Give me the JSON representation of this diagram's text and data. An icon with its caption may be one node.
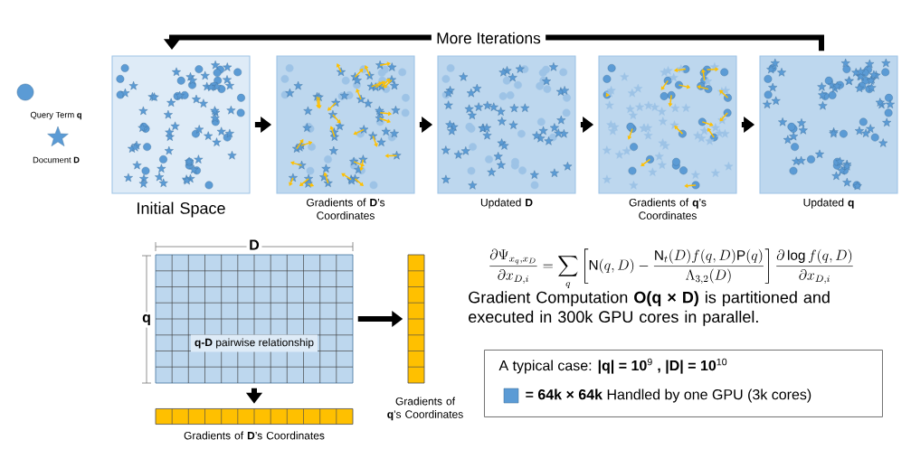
{
  "diagram": {
    "nodes": [
      {
        "text": [],
        "shape": "box",
        "beside": [
          "Initial Space"
        ]
      },
      {
        "text": [],
        "shape": "box",
        "beside": [
          "Gradients of **D**’s Coordinates"
        ]
      },
      {
        "text": [],
        "shape": "box",
        "beside": [
          "Updated **D**"
        ]
      },
      {
        "text": [],
        "shape": "box",
        "beside": [
          "Gradients of **q**’s Coordinates"
        ]
      },
      {
        "text": [],
        "shape": "box",
        "beside": [
          "Updated **q**"
        ]
      },
      {
        "text": [
          "**q-D** pairwise relationship"
        ]
      },
      {
        "text": [],
        "shape": "bar",
        "beside": [
          "Gradients of **D**’s Coordinates"
        ]
      },
      {
        "text": [],
        "shape": "bar",
        "beside": [
          "Gradients of **q**’s Coordinates"
        ]
      },
      {
        "text": [
          "A typical case: **|q| = 10**$^{9}$ **, |D| = 10**$^{10}$"
        ]
      }
    ],
    "edges": [
      {
        "from": 0,
        "to": 1,
        "arrow": "to"
      },
      {
        "from": 1,
        "to": 2,
        "arrow": "to"
      },
      {
        "from": 2,
        "to": 3,
        "arrow": "to"
      },
      {
        "from": 3,
        "to": 4,
        "arrow": "to"
      },
      {
        "from": 4,
        "to": 0,
        "arrow": "to",
        "label": "More Iterations"
      },
      {
        "from": 5,
        "to": 6,
        "arrow": "to"
      },
      {
        "from": 5,
        "to": 7,
        "arrow": "to"
      }
    ],
    "labels": [
      "D",
      "q",
      "\\frac{\\partial \\Psi_{x_q,x_D}}{\\partial x_{D,i}} = \\sum_q \\left[ \\mathrm{N}(q,D) - \\frac{\\mathrm{N}_t(D) f(q,D) \\mathrm{P}(q)}{\\Lambda_{3,2}(D)} \\right] \\frac{\\partial \\log f(q,D)}{\\partial x_{D,i}}",
      "Gradient Computation **O(q × D)** is partitioned and executed in 300k GPU cores in parallel."
    ],
    "legend": [
      {
        "text": "Query Term **q**"
      },
      {
        "text": "Document **D**"
      },
      {
        "text": "**= 64k × 64k** Handled by one GPU (3k cores)",
        "color": "#5b9bd5"
      }
    ]
  }
}
